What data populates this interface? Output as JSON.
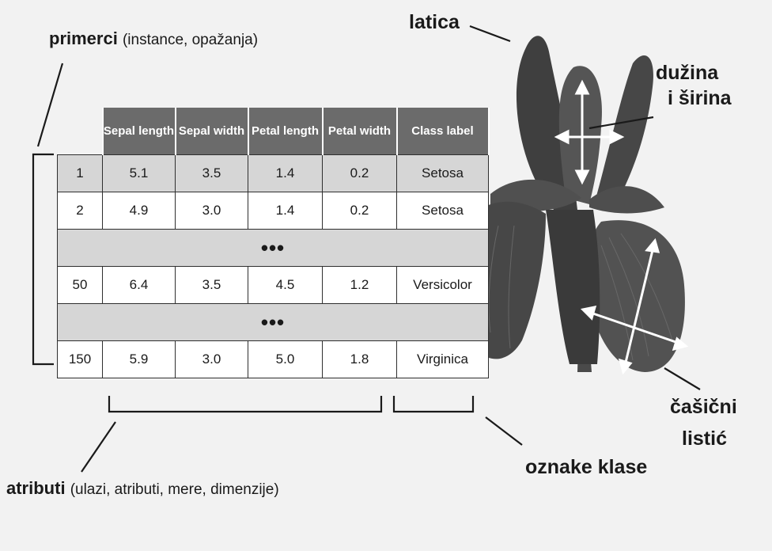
{
  "labels": {
    "primerci": "primerci",
    "primerci_note": "(instance, opažanja)",
    "atributi": "atributi",
    "atributi_note": "(ulazi, atributi, mere, dimenzije)",
    "latica": "latica",
    "duzina": "dužina",
    "sirina": "i širina",
    "casicni": "čašični",
    "listic": "listić",
    "oznake": "oznake klase"
  },
  "table": {
    "headers": [
      "Sepal length",
      "Sepal width",
      "Petal length",
      "Petal width",
      "Class label"
    ],
    "rows": [
      {
        "id": "1",
        "values": [
          "5.1",
          "3.5",
          "1.4",
          "0.2",
          "Setosa"
        ],
        "shaded": true
      },
      {
        "id": "2",
        "values": [
          "4.9",
          "3.0",
          "1.4",
          "0.2",
          "Setosa"
        ],
        "shaded": false
      },
      {
        "ellipsis": "•••"
      },
      {
        "id": "50",
        "values": [
          "6.4",
          "3.5",
          "4.5",
          "1.2",
          "Versicolor"
        ],
        "shaded": false
      },
      {
        "ellipsis": "•••"
      },
      {
        "id": "150",
        "values": [
          "5.9",
          "3.0",
          "5.0",
          "1.8",
          "Virginica"
        ],
        "shaded": false
      }
    ]
  },
  "colors": {
    "background": "#f2f2f2",
    "header_fill": "#6b6b6b",
    "shaded_row": "#d6d6d6",
    "flower_dark": "#3c3c3c",
    "flower_mid": "#5a5a5a"
  }
}
